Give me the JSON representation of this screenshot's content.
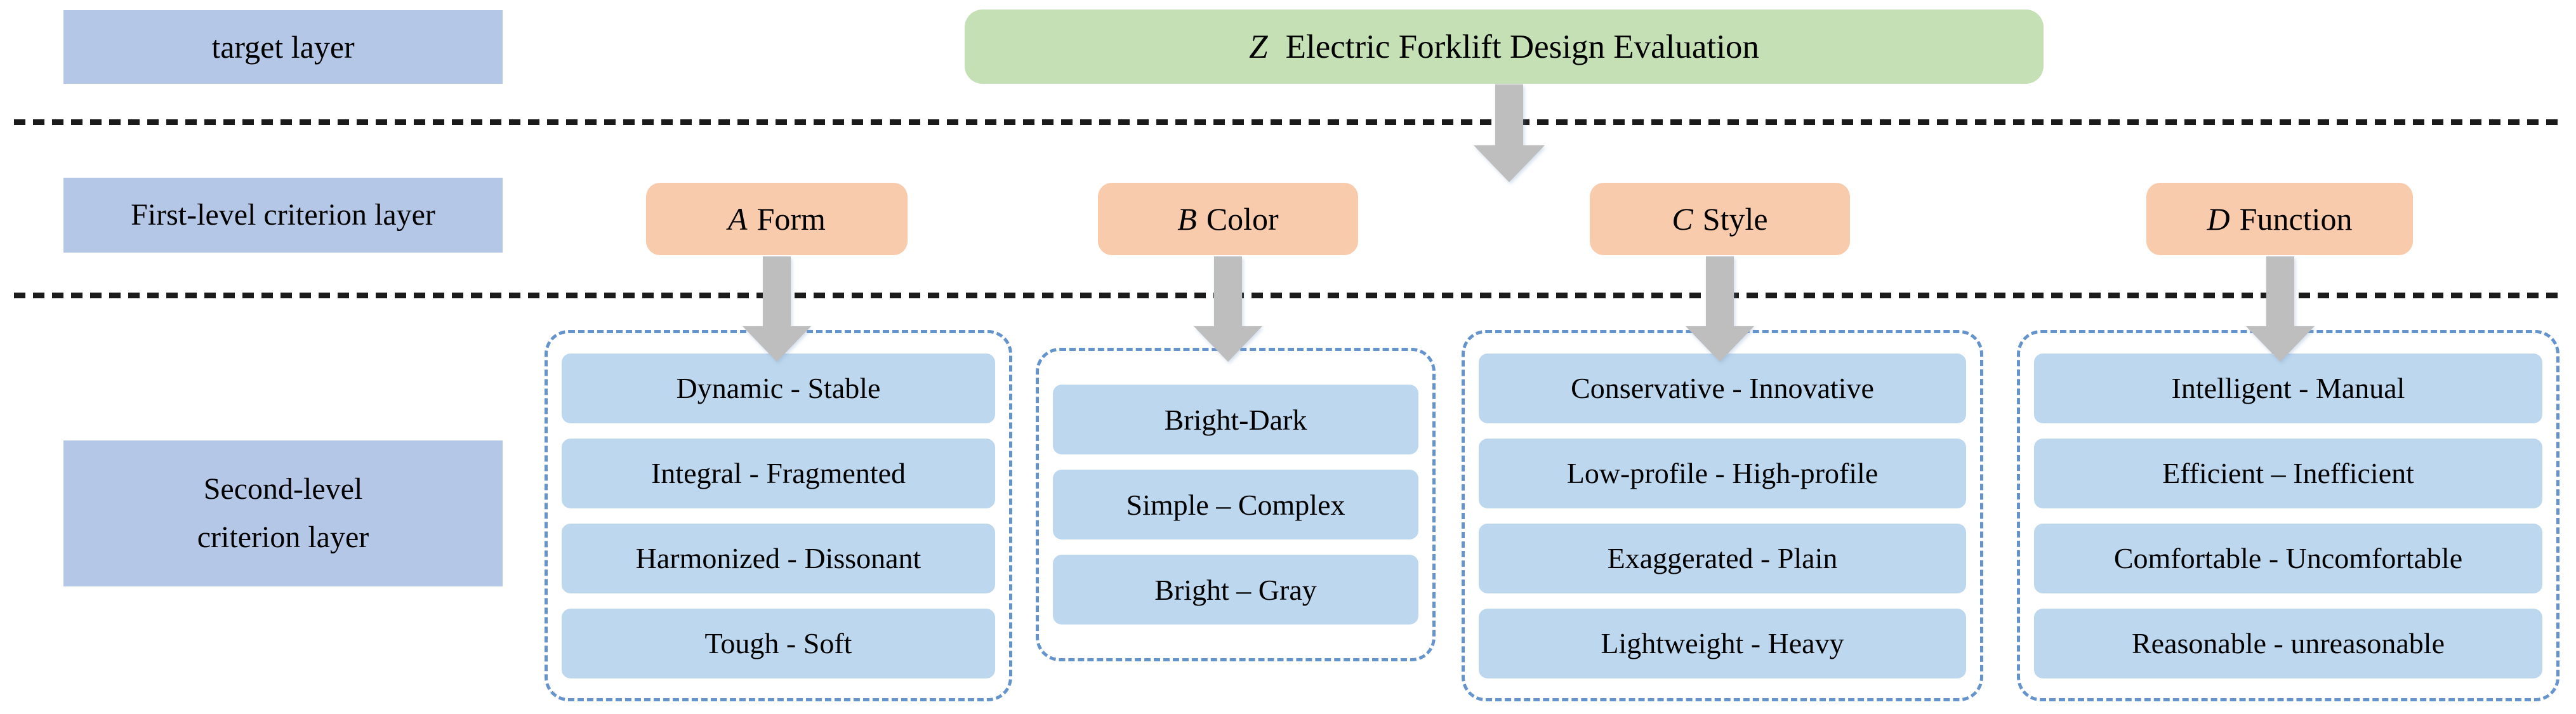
{
  "colors": {
    "label_box_fill": "#B4C7E7",
    "goal_fill": "#C5E0B4",
    "criterion_fill": "#F8CBAD",
    "item_fill": "#BDD7EE",
    "group_border": "#6593CC",
    "arrow_fill": "#BEBEBE",
    "separator": "#1B1B1B"
  },
  "target_layer": {
    "label": "target layer",
    "node": {
      "code": "Z",
      "name": "Electric Forklift Design Evaluation"
    }
  },
  "first_level": {
    "label": "First-level criterion layer",
    "nodes": [
      {
        "code": "A",
        "name": "Form"
      },
      {
        "code": "B",
        "name": "Color"
      },
      {
        "code": "C",
        "name": "Style"
      },
      {
        "code": "D",
        "name": "Function"
      }
    ]
  },
  "second_level": {
    "label_lines": [
      "Second-level",
      "criterion layer"
    ],
    "groups": [
      {
        "parent": "A Form",
        "items": [
          "Dynamic - Stable",
          "Integral - Fragmented",
          "Harmonized - Dissonant",
          "Tough - Soft"
        ]
      },
      {
        "parent": "B Color",
        "items": [
          "Bright-Dark",
          "Simple – Complex",
          "Bright – Gray"
        ]
      },
      {
        "parent": "C Style",
        "items": [
          "Conservative - Innovative",
          "Low-profile - High-profile",
          "Exaggerated - Plain",
          "Lightweight - Heavy"
        ]
      },
      {
        "parent": "D Function",
        "items": [
          "Intelligent - Manual",
          "Efficient – Inefficient",
          "Comfortable - Uncomfortable",
          "Reasonable - unreasonable"
        ]
      }
    ]
  }
}
